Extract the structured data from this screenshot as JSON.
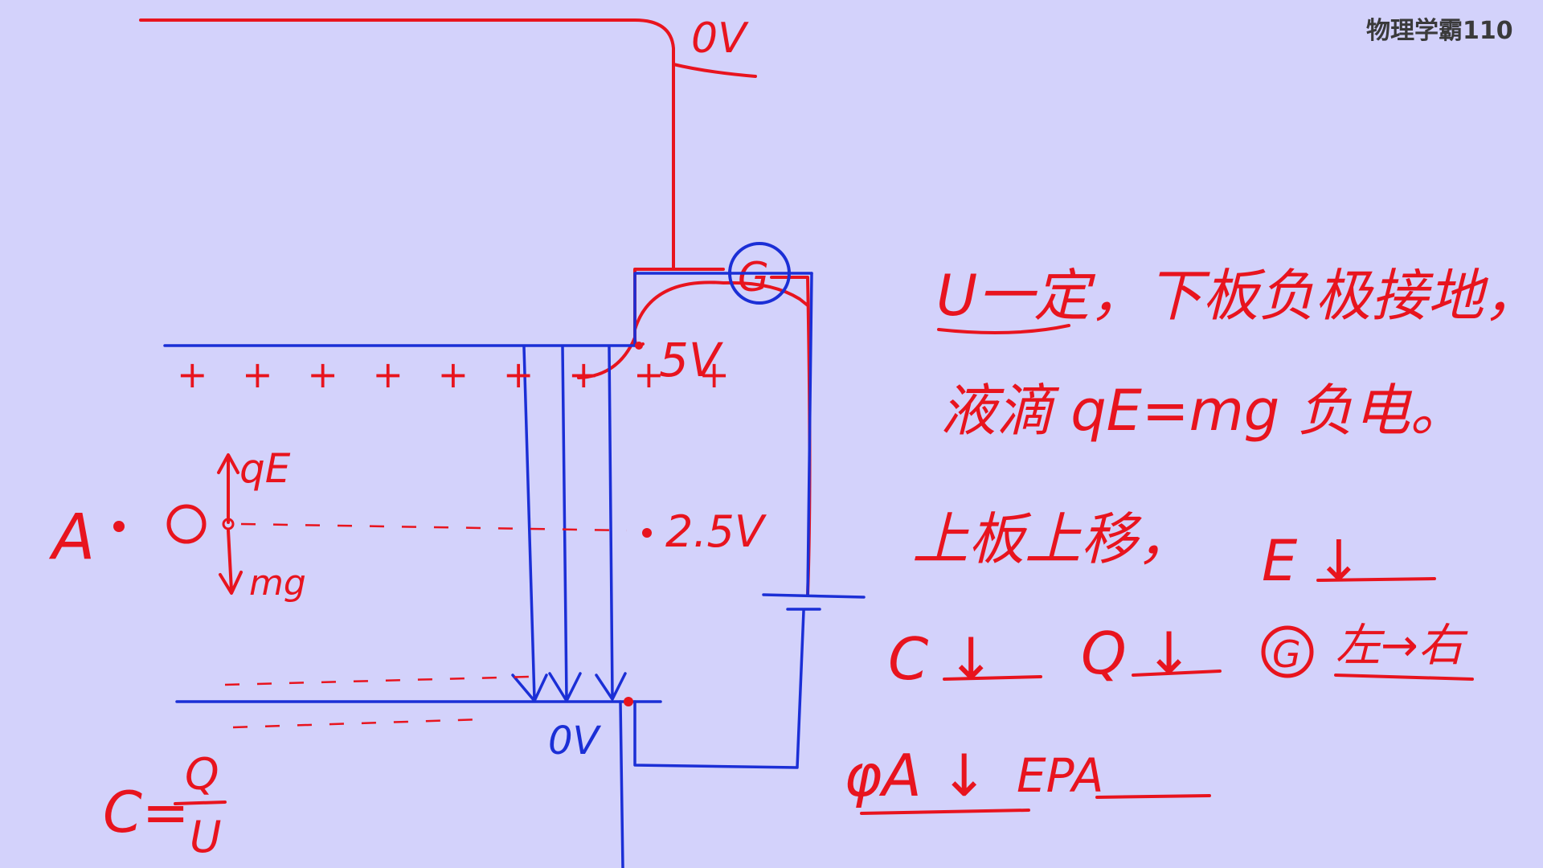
{
  "watermark": "物理学霸110",
  "labels": {
    "top_voltage": "0V",
    "galvanometer": "G",
    "upper_plate_voltage": "5V",
    "plus_charges": "+ + + + + + + + +",
    "mid_voltage": "2.5V",
    "lower_plate_voltage": "0V",
    "point_a": "A",
    "force_up": "qE",
    "force_down": "mg",
    "capacitance_lhs": "C=",
    "capacitance_num": "Q",
    "capacitance_den": "U"
  },
  "notes": {
    "line1": "U一定，下板负极接地，",
    "line2": "液滴 qE=mg 负电。",
    "line3_left": "上板上移，",
    "line3_right": "E ↓",
    "line4_c": "C ↓",
    "line4_q": "Q ↓",
    "line4_g": "G",
    "line4_dir": "左→右",
    "line5_phi": "φA ↓",
    "line5_ep": "EPA"
  },
  "colors": {
    "background": "#d3d2fb",
    "ink_red": "#e8141e",
    "ink_blue": "#1b2fd6"
  }
}
